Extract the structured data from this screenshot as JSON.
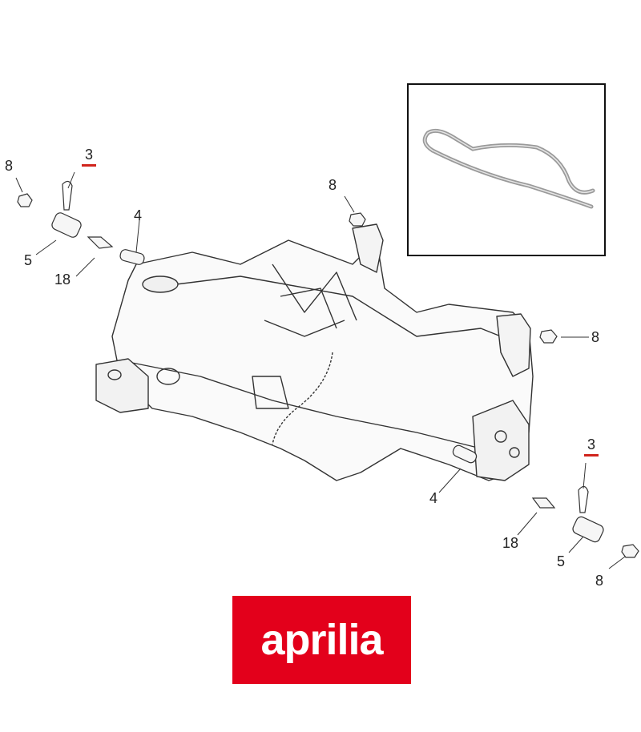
{
  "callouts": {
    "clip_top": "3",
    "clip_bottom": "3",
    "nut_top_left": "8",
    "nut_top_center": "8",
    "nut_right": "8",
    "nut_bottom_right": "8",
    "bushing_top": "5",
    "bushing_bottom": "5",
    "pin_top": "4",
    "pin_bottom": "4",
    "screw_top": "18",
    "screw_bottom": "18"
  },
  "logo": {
    "text": "aprilia"
  },
  "colors": {
    "highlight": "#d0241c",
    "brand": "#e3001b",
    "line": "#333333"
  }
}
